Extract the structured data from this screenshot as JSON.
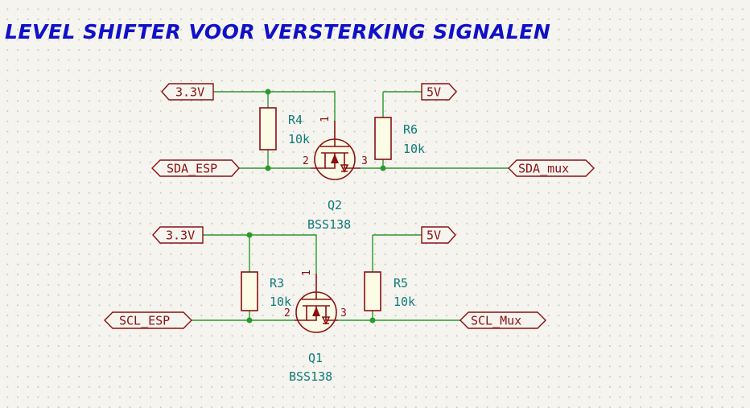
{
  "title": "LEVEL SHIFTER VOOR VERSTERKING SIGNALEN",
  "colors": {
    "title": "#1010c8",
    "wire": "#2a9a2a",
    "component": "#8a1010",
    "reference": "#107a7a",
    "background": "#f5f4ef"
  },
  "power_labels": {
    "top_low": "3.3V",
    "top_high": "5V",
    "bottom_low": "3.3V",
    "bottom_high": "5V"
  },
  "net_labels": {
    "sda_esp": "SDA_ESP",
    "sda_mux": "SDA_mux",
    "scl_esp": "SCL_ESP",
    "scl_mux": "SCL_Mux"
  },
  "resistors": {
    "r4": {
      "ref": "R4",
      "value": "10k"
    },
    "r6": {
      "ref": "R6",
      "value": "10k"
    },
    "r3": {
      "ref": "R3",
      "value": "10k"
    },
    "r5": {
      "ref": "R5",
      "value": "10k"
    }
  },
  "transistors": {
    "q2": {
      "ref": "Q2",
      "value": "BSS138",
      "pins": {
        "gate": "1",
        "source": "2",
        "drain": "3"
      }
    },
    "q1": {
      "ref": "Q1",
      "value": "BSS138",
      "pins": {
        "gate": "1",
        "source": "2",
        "drain": "3"
      }
    }
  }
}
